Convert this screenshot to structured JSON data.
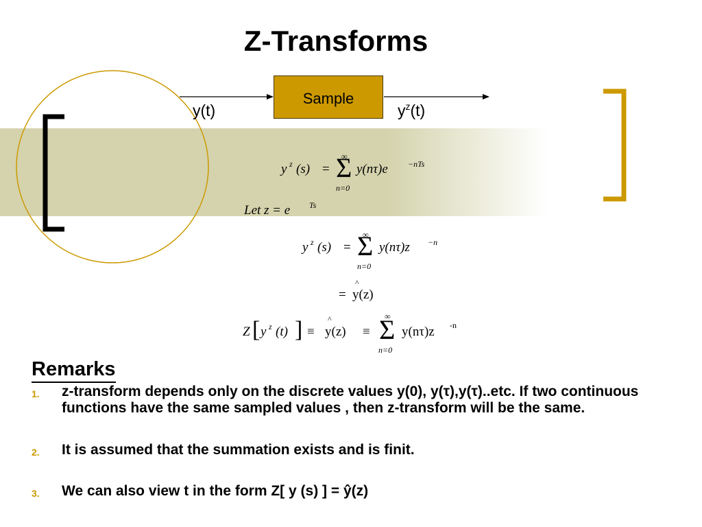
{
  "slide": {
    "title": "Z-Transforms",
    "accent_color": "#cc9900",
    "band_color": "#d4d3ad"
  },
  "diagram": {
    "block_label": "Sample",
    "input_signal": "y(t)",
    "output_base": "y",
    "output_sup": "z",
    "output_arg": "(t)"
  },
  "equations": {
    "eq1": {
      "lhs": "y",
      "lhs_sup": "z",
      "lhs_arg": "(s)",
      "eq": "=",
      "sum_upper": "∞",
      "sum_lower": "n=0",
      "term": "y(nτ)e",
      "term_sup": "−nTs"
    },
    "let": {
      "text": "Let  z = e",
      "sup": "Ts"
    },
    "eq2": {
      "lhs": "y",
      "lhs_sup": "z",
      "lhs_arg": "(s)",
      "eq": "=",
      "sum_upper": "∞",
      "sum_lower": "n=0",
      "term": "y(nτ)z",
      "term_sup": "−n"
    },
    "eq3": {
      "eq": "=",
      "hat": "^",
      "term": "y(z)"
    },
    "eq4": {
      "op": "Z",
      "inner": "y",
      "inner_sup": "z",
      "inner_arg": "(t)",
      "equiv1": "≡",
      "hat": "^",
      "mid": "y(z)",
      "equiv2": "≡",
      "sum_upper": "∞",
      "sum_lower": "n=0",
      "term": "y(nτ)z",
      "term_sup": "-n"
    }
  },
  "remarks": {
    "heading": "Remarks",
    "items": [
      {
        "num": "1.",
        "text": "z-transform depends only on the discrete values y(0), y(τ),y(τ)..etc. If two continuous functions have the same sampled values , then z-transform will be the same."
      },
      {
        "num": "2.",
        "text": "It is assumed that the summation exists and is finit."
      },
      {
        "num": "3.",
        "text": "We can also view t in the form Z[ y (s) ] = ŷ(z)"
      }
    ]
  }
}
